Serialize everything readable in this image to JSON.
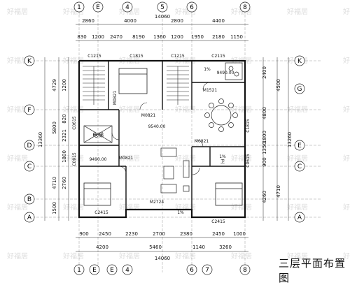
{
  "title": "三层平面布置图",
  "watermark": "好福居",
  "axes_top": [
    "1",
    "E",
    "4",
    "5",
    "6",
    "8"
  ],
  "axes_bottom": [
    "1",
    "E",
    "E",
    "4",
    "6",
    "7",
    "8"
  ],
  "axes_left": [
    "K",
    "F",
    "D",
    "C",
    "B",
    "A"
  ],
  "axes_right": [
    "K",
    "G",
    "E",
    "C",
    "A"
  ],
  "dims_top_row1": [
    "2860",
    "4000",
    "2800",
    "4400"
  ],
  "dims_top_total": "14060",
  "dims_top_row2": [
    "830",
    "1200",
    "2470",
    "8190",
    "1360",
    "1200",
    "1950",
    "2180",
    "1150"
  ],
  "dims_bottom_row1": [
    "900",
    "2450",
    "2230",
    "2700",
    "2380",
    "2450",
    "1000"
  ],
  "dims_bottom_row2": [
    "4200",
    "5460",
    "1140",
    "3260"
  ],
  "dims_bottom_total": "14060",
  "dims_left_outer": [
    "13360"
  ],
  "dims_left_mid": [
    "4729",
    "5800",
    "4710",
    "1500"
  ],
  "dims_left_inner": [
    "1200",
    "820",
    "2321",
    "1800",
    "2760"
  ],
  "dims_right_outer": [
    "13260"
  ],
  "dims_right_mid": [
    "4500",
    "4710"
  ],
  "dims_right_inner": [
    "2400",
    "4800",
    "1800",
    "1350",
    "900",
    "4260"
  ],
  "window_labels": [
    "C1215",
    "C1815",
    "C1215",
    "C2115",
    "C2415",
    "C2415",
    "C0615",
    "C0915",
    "C0615",
    "C1815"
  ],
  "door_labels": [
    "M0821",
    "M0821",
    "M0821",
    "M1521",
    "M0821",
    "M2724"
  ],
  "room_labels": [
    "电梯",
    "9540.00",
    "9490.00",
    "9490.00",
    "1%",
    "1%",
    "1%",
    "卫"
  ]
}
